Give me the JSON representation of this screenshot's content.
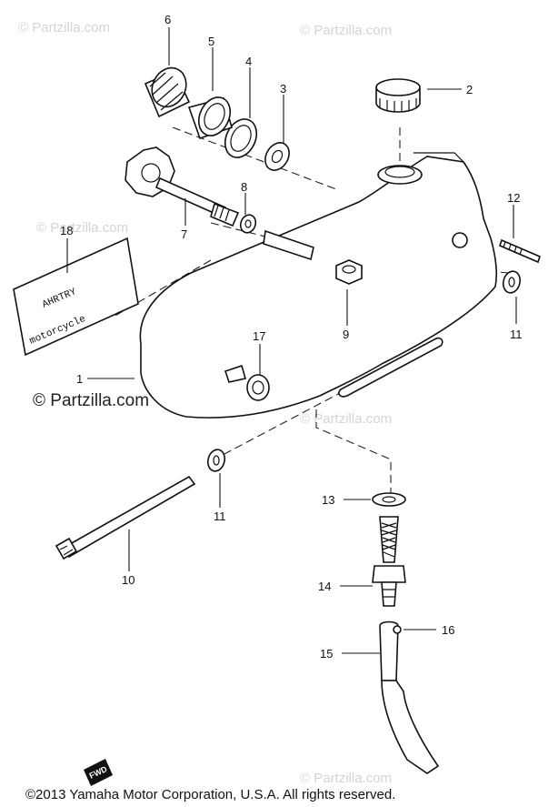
{
  "watermark": {
    "text": "© Partzilla.com",
    "main_text": "© Partzilla.com"
  },
  "copyright": "©2013  Yamaha Motor Corporation, U.S.A. All rights reserved.",
  "decal": {
    "line1": "AHRTRY",
    "line2": "motorcycle"
  },
  "fwd_label": "FWD",
  "callouts": {
    "c1": "1",
    "c2": "2",
    "c3": "3",
    "c4": "4",
    "c5": "5",
    "c6": "6",
    "c7": "7",
    "c8": "8",
    "c9": "9",
    "c10": "10",
    "c11a": "11",
    "c11b": "11",
    "c12": "12",
    "c13": "13",
    "c14": "14",
    "c15": "15",
    "c16": "16",
    "c17": "17",
    "c18": "18"
  }
}
